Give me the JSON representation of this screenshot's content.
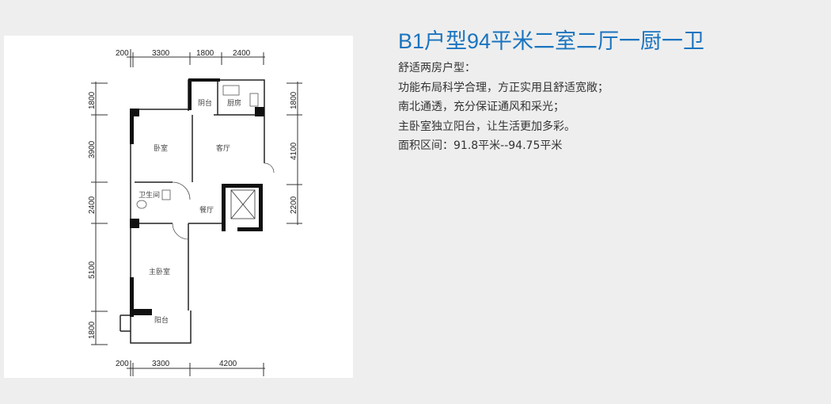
{
  "title": "B1户型94平米二室二厅一厨一卫",
  "description": [
    "舒适两房户型：",
    "功能布局科学合理，方正实用且舒适宽敞；",
    "南北通透，充分保证通风和采光；",
    "主卧室独立阳台，让生活更加多彩。",
    "面积区间：91.8平米--94.75平米"
  ],
  "dimensions": {
    "top": [
      "200",
      "3300",
      "1800",
      "2400"
    ],
    "bottom": [
      "200",
      "3300",
      "4200"
    ],
    "left": [
      "1800",
      "3900",
      "2400",
      "5100",
      "1800"
    ],
    "right": [
      "1800",
      "4100",
      "2200"
    ]
  },
  "rooms": {
    "shaded_balcony": "阴台",
    "kitchen": "厨房",
    "bedroom": "卧室",
    "living_room": "客厅",
    "bathroom": "卫生间",
    "dining_room": "餐厅",
    "master_bedroom": "主卧室",
    "balcony": "阳台"
  }
}
